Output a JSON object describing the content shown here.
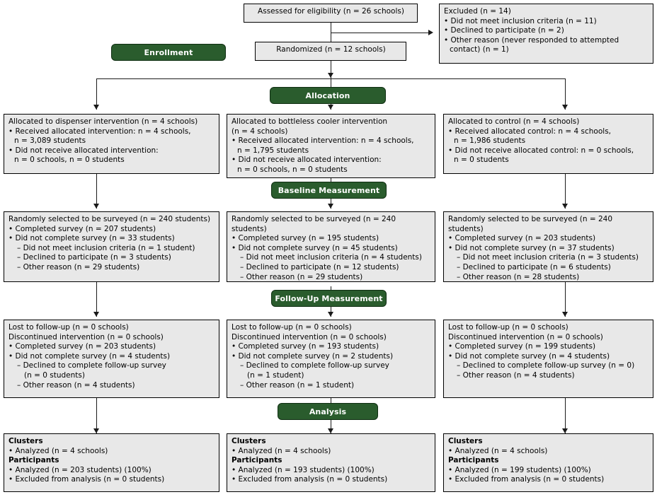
{
  "diagram": {
    "type": "consort-flow-diagram",
    "title": "CONSORT cluster-randomized trial flow diagram",
    "accent_color": "#2a5c2d",
    "box_fill": "#e8e8e8",
    "box_border": "#000000"
  },
  "stages": [
    {
      "key": "enrollment",
      "label": "Enrollment"
    },
    {
      "key": "allocation",
      "label": "Allocation"
    },
    {
      "key": "baseline",
      "label": "Baseline Measurement"
    },
    {
      "key": "followup",
      "label": "Follow-Up Measurement"
    },
    {
      "key": "analysis",
      "label": "Analysis"
    }
  ],
  "enrollment": {
    "assessed": {
      "lines": [
        {
          "level": 0,
          "text": "Assessed for eligibility (n = 26 schools)"
        }
      ]
    },
    "randomized": {
      "lines": [
        {
          "level": 0,
          "text": "Randomized (n = 12 schools)"
        }
      ]
    },
    "excluded": {
      "lines": [
        {
          "level": 0,
          "text": "Excluded (n = 14)"
        },
        {
          "level": 1,
          "text": "• Did not meet inclusion criteria (n = 11)"
        },
        {
          "level": 1,
          "text": "• Declined to participate (n = 2)"
        },
        {
          "level": 1,
          "text": "• Other reason (never responded to attempted"
        },
        {
          "level": "1i",
          "text": "contact) (n = 1)"
        }
      ]
    }
  },
  "allocation": {
    "dispenser": {
      "lines": [
        {
          "level": 0,
          "text": "Allocated to dispenser intervention (n = 4 schools)"
        },
        {
          "level": 1,
          "text": "• Received allocated intervention: n = 4 schools,"
        },
        {
          "level": "1i",
          "text": "n = 3,089 students"
        },
        {
          "level": 1,
          "text": "• Did not receive allocated intervention:"
        },
        {
          "level": "1i",
          "text": "n = 0 schools, n = 0 students"
        }
      ]
    },
    "cooler": {
      "lines": [
        {
          "level": 0,
          "text": "Allocated to bottleless cooler intervention"
        },
        {
          "level": 0,
          "text": "(n = 4 schools)"
        },
        {
          "level": 1,
          "text": "• Received allocated intervention: n = 4 schools,"
        },
        {
          "level": "1i",
          "text": "n = 1,795 students"
        },
        {
          "level": 1,
          "text": "• Did not receive allocated intervention:"
        },
        {
          "level": "1i",
          "text": "n = 0 schools, n = 0 students"
        }
      ]
    },
    "control": {
      "lines": [
        {
          "level": 0,
          "text": "Allocated to control (n = 4 schools)"
        },
        {
          "level": 1,
          "text": "• Received allocated control: n = 4 schools,"
        },
        {
          "level": "1i",
          "text": "n = 1,986 students"
        },
        {
          "level": 1,
          "text": "• Did not receive allocated control: n = 0 schools,"
        },
        {
          "level": "1i",
          "text": "n = 0 students"
        }
      ]
    }
  },
  "baseline": {
    "dispenser": {
      "lines": [
        {
          "level": 0,
          "text": "Randomly selected to be surveyed (n = 240 students)"
        },
        {
          "level": 1,
          "text": "• Completed survey (n = 207 students)"
        },
        {
          "level": 1,
          "text": "• Did not complete survey (n = 33 students)"
        },
        {
          "level": 2,
          "text": "– Did not meet inclusion criteria (n = 1 student)"
        },
        {
          "level": 2,
          "text": "– Declined to participate (n = 3 students)"
        },
        {
          "level": 2,
          "text": "– Other reason (n = 29 students)"
        }
      ]
    },
    "cooler": {
      "lines": [
        {
          "level": 0,
          "text": "Randomly selected to be surveyed (n = 240 students)"
        },
        {
          "level": 1,
          "text": "• Completed survey (n = 195 students)"
        },
        {
          "level": 1,
          "text": "• Did not complete survey (n = 45 students)"
        },
        {
          "level": 2,
          "text": "– Did not meet inclusion criteria (n = 4 students)"
        },
        {
          "level": 2,
          "text": "– Declined to participate (n = 12 students)"
        },
        {
          "level": 2,
          "text": "– Other reason (n = 29 students)"
        }
      ]
    },
    "control": {
      "lines": [
        {
          "level": 0,
          "text": "Randomly selected to be surveyed (n = 240 students)"
        },
        {
          "level": 1,
          "text": "• Completed survey (n = 203 students)"
        },
        {
          "level": 1,
          "text": "• Did not complete survey (n = 37 students)"
        },
        {
          "level": 2,
          "text": "– Did not meet inclusion criteria (n = 3 students)"
        },
        {
          "level": 2,
          "text": "– Declined to participate (n = 6 students)"
        },
        {
          "level": 2,
          "text": "– Other reason (n = 28 students)"
        }
      ]
    }
  },
  "followup": {
    "dispenser": {
      "lines": [
        {
          "level": 0,
          "text": "Lost to follow-up (n = 0 schools)"
        },
        {
          "level": 0,
          "text": "Discontinued intervention (n = 0 schools)"
        },
        {
          "level": 1,
          "text": "• Completed survey (n = 203 students)"
        },
        {
          "level": 1,
          "text": "• Did not complete survey (n = 4 students)"
        },
        {
          "level": 2,
          "text": "– Declined to complete follow-up survey"
        },
        {
          "level": "2i",
          "text": "(n = 0 students)"
        },
        {
          "level": 2,
          "text": "– Other reason (n = 4 students)"
        }
      ]
    },
    "cooler": {
      "lines": [
        {
          "level": 0,
          "text": "Lost to follow-up (n = 0 schools)"
        },
        {
          "level": 0,
          "text": "Discontinued intervention (n = 0 schools)"
        },
        {
          "level": 1,
          "text": "• Completed survey (n = 193 students)"
        },
        {
          "level": 1,
          "text": "• Did not complete survey (n = 2 students)"
        },
        {
          "level": 2,
          "text": "– Declined to complete follow-up survey"
        },
        {
          "level": "2i",
          "text": "(n = 1 student)"
        },
        {
          "level": 2,
          "text": "– Other reason (n = 1 student)"
        }
      ]
    },
    "control": {
      "lines": [
        {
          "level": 0,
          "text": "Lost to follow-up (n = 0 schools)"
        },
        {
          "level": 0,
          "text": "Discontinued intervention (n = 0 schools)"
        },
        {
          "level": 1,
          "text": "• Completed survey (n = 199 students)"
        },
        {
          "level": 1,
          "text": "• Did not complete survey (n = 4 students)"
        },
        {
          "level": 2,
          "text": "– Declined to complete follow-up survey (n = 0)"
        },
        {
          "level": 2,
          "text": "– Other reason (n = 4 students)"
        }
      ]
    }
  },
  "analysis": {
    "dispenser": {
      "lines": [
        {
          "level": 0,
          "text": "Clusters",
          "bold": true
        },
        {
          "level": 1,
          "text": "• Analyzed (n = 4 schools)"
        },
        {
          "level": 0,
          "text": "Participants",
          "bold": true
        },
        {
          "level": 1,
          "text": "• Analyzed (n = 203 students) (100%)"
        },
        {
          "level": 1,
          "text": "• Excluded from analysis (n = 0 students)"
        }
      ]
    },
    "cooler": {
      "lines": [
        {
          "level": 0,
          "text": "Clusters",
          "bold": true
        },
        {
          "level": 1,
          "text": "• Analyzed (n = 4 schools)"
        },
        {
          "level": 0,
          "text": "Participants",
          "bold": true
        },
        {
          "level": 1,
          "text": "• Analyzed (n = 193 students) (100%)"
        },
        {
          "level": 1,
          "text": "• Excluded from analysis (n = 0 students)"
        }
      ]
    },
    "control": {
      "lines": [
        {
          "level": 0,
          "text": "Clusters",
          "bold": true
        },
        {
          "level": 1,
          "text": "• Analyzed (n = 4 schools)"
        },
        {
          "level": 0,
          "text": "Participants",
          "bold": true
        },
        {
          "level": 1,
          "text": "• Analyzed (n = 199 students) (100%)"
        },
        {
          "level": 1,
          "text": "• Excluded from analysis (n = 0 students)"
        }
      ]
    }
  }
}
